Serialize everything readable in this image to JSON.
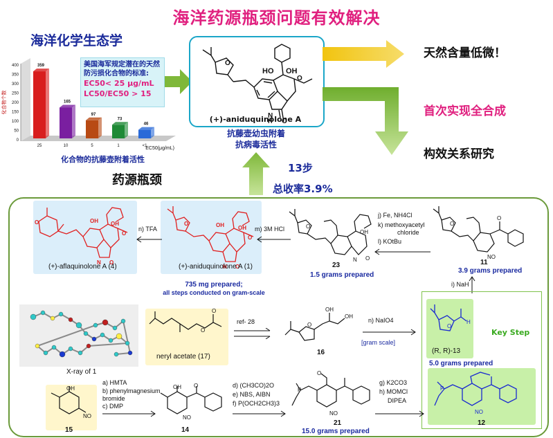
{
  "header": {
    "title": "海洋药源瓶颈问题有效解决",
    "left_heading": "海洋化学生态学",
    "bottleneck_label": "药源瓶颈",
    "steps_label": "13步",
    "yield_label": "总收率3.9%"
  },
  "right_points": [
    "天然含量低微！",
    "首次实现全合成",
    "构效关系研究"
  ],
  "center_compound": {
    "name": "(+)-aniduquinolone A",
    "activity_1": "抗藤壶幼虫附着",
    "activity_2": "抗病毒活性"
  },
  "standard_box": {
    "line1": "美国海军规定潜在的天然",
    "line2": "防污损化合物的标准:",
    "line3": "EC50< 25 μg/mL",
    "line4": "LC50/EC50 > 15"
  },
  "chart_data": {
    "type": "bar",
    "categories": [
      "25",
      "10",
      "5",
      "1",
      "<1"
    ],
    "values": [
      359,
      165,
      97,
      73,
      46
    ],
    "colors": [
      "#d81e1e",
      "#7a1fa0",
      "#b84a14",
      "#1e8a36",
      "#2a6ad8"
    ],
    "ylim": [
      0,
      400
    ],
    "yticks": [
      "0",
      "50",
      "100",
      "150",
      "200",
      "250",
      "300",
      "350",
      "400"
    ],
    "ylabel": "化合物个数",
    "xlabel": "EC50(μg/mL)",
    "caption": "化合物的抗藤壶附着活性"
  },
  "scheme": {
    "afla_name": "(+)-aflaquinolone A (4)",
    "anidu_name": "(+)-aniduquinolone A (1)",
    "prepared_1": "735 mg prepared;",
    "prepared_2": "all steps conducted on gram-scale",
    "c23_label": "23",
    "c23_prep": "1.5 grams prepared",
    "c11_label": "11",
    "c11_prep": "3.9 grams prepared",
    "step_n": "n) TFA",
    "step_m": "m) 3M HCl",
    "step_j": "j) Fe, NH4Cl",
    "step_k1": "k)  methoxyacetyl",
    "step_k2": "chloride",
    "step_l": "l) KOtBu",
    "step_i": "i) NaH",
    "xray": "X-ray of 1",
    "neryl": "neryl acetate (17)",
    "ref": "ref- 28",
    "c16": "16",
    "step_naio4": "n) NaIO4",
    "gram_scale": "[gram scale]",
    "c13_label": "(R, R)-13",
    "c13_prep": "5.0 grams prepared",
    "key_step": "Key Step",
    "c15": "15",
    "c14": "14",
    "c21": "21",
    "c21_prep": "15.0 grams prepared",
    "c12": "12",
    "cond_a": "a) HMTA",
    "cond_b1": "b) phenylmagnesium",
    "cond_b2": "bromide",
    "cond_c": "c) DMP",
    "cond_d": "d) (CH3CO)2O",
    "cond_e": "e) NBS, AIBN",
    "cond_f": "f) P(OCH2CH3)3",
    "cond_g": "g) K2CO3",
    "cond_h1": "h) MOMCl",
    "cond_h2": "DIPEA"
  }
}
